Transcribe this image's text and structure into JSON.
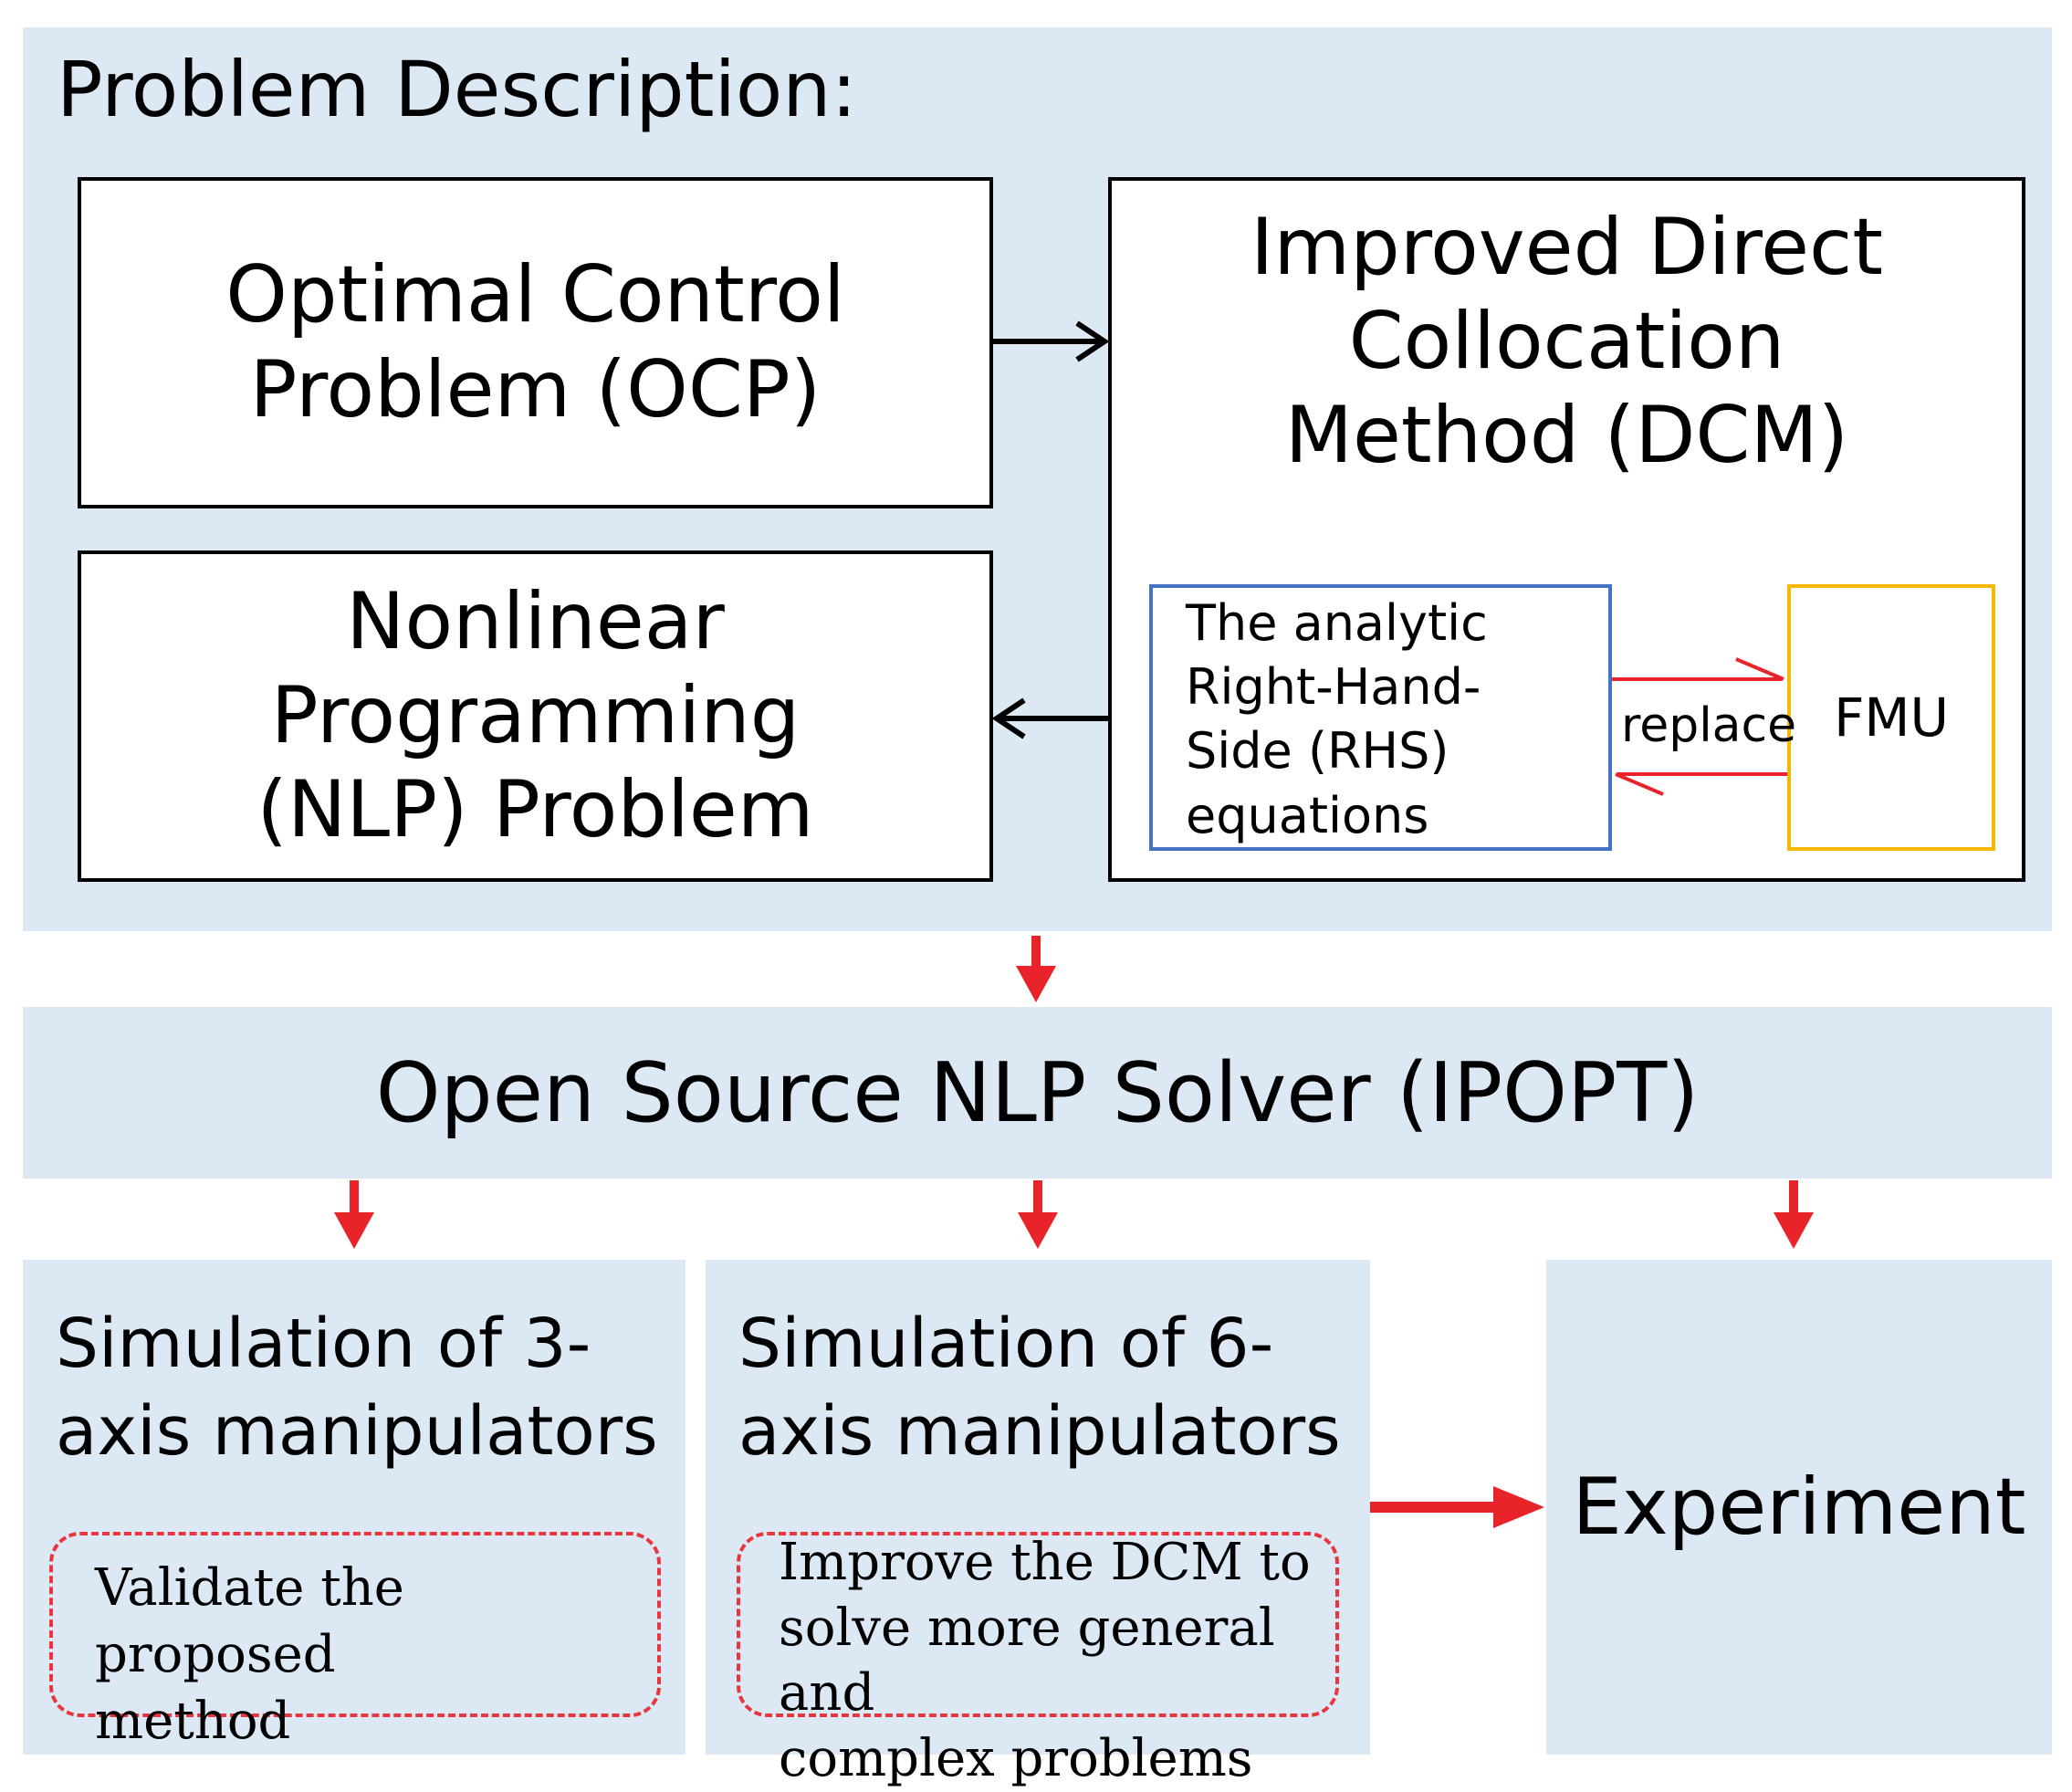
{
  "problem_section": {
    "title": "Problem Description:",
    "ocp_box": "Optimal Control\nProblem (OCP)",
    "dcm_box": "Improved Direct\nCollocation\nMethod (DCM)",
    "nlp_box": "Nonlinear\nProgramming\n(NLP) Problem",
    "rhs_box": "The analytic\nRight-Hand-\nSide (RHS)\nequations",
    "replace_label": "replace",
    "fmu_box": "FMU"
  },
  "solver": {
    "label": "Open Source NLP Solver (IPOPT)"
  },
  "outcomes": {
    "sim3": {
      "title": "Simulation of 3-\naxis manipulators",
      "note": "Validate the proposed\nmethod"
    },
    "sim6": {
      "title": "Simulation of 6-\naxis manipulators",
      "note": "Improve the DCM to\nsolve more general and\ncomplex problems"
    },
    "experiment": {
      "label": "Experiment"
    }
  },
  "colors": {
    "panel_background": "#dce9f4",
    "red_arrow": "#e8232a",
    "rhs_border": "#4472c4",
    "fmu_border": "#f5b800"
  }
}
